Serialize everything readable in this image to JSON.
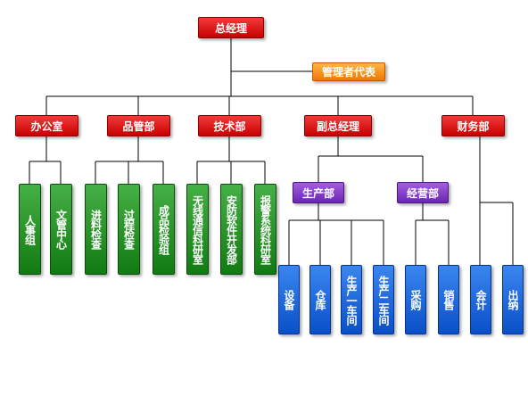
{
  "org": {
    "top": "总经理",
    "rep": "管理者代表",
    "departments": {
      "office": "办公室",
      "quality": "品管部",
      "tech": "技术部",
      "deputy": "副总经理",
      "finance": "财务部"
    },
    "office_units": [
      "人事组",
      "文管中心"
    ],
    "quality_units": [
      "进料检查",
      "过程检查",
      "成品检验组"
    ],
    "tech_units": [
      "无线通信科研室",
      "安防软件开发部",
      "报警系统科研室"
    ],
    "deputy_units": {
      "production": "生产部",
      "business": "经营部"
    },
    "production_units": [
      "设备",
      "仓库",
      "生产一车间",
      "生产二车间"
    ],
    "business_units": [
      "采购",
      "销售"
    ],
    "finance_units": [
      "会计",
      "出纳"
    ]
  },
  "colors": {
    "leadership": "#d60000",
    "rep": "#f59000",
    "staff_units": "#1f8c1f",
    "sub_departments": "#8a3fd0",
    "operations": "#1565d8",
    "lines": "#000000"
  }
}
